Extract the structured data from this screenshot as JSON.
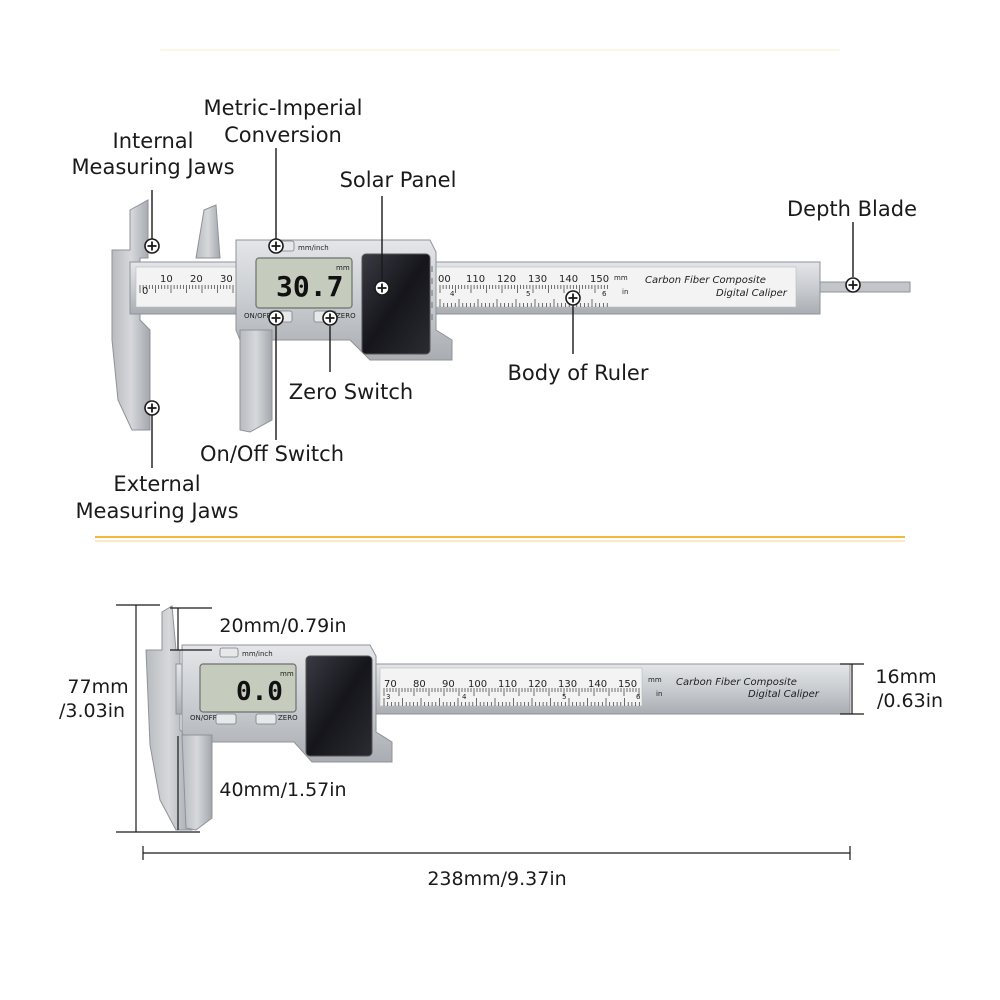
{
  "callouts": {
    "metric_imperial": [
      "Metric-Imperial",
      "Conversion"
    ],
    "internal_jaws": [
      "Internal",
      "Measuring Jaws"
    ],
    "solar_panel": "Solar Panel",
    "depth_blade": "Depth Blade",
    "body_of_ruler": "Body of Ruler",
    "zero_switch": "Zero Switch",
    "on_off_switch": "On/Off Switch",
    "external_jaws": [
      "External",
      "Measuring Jaws"
    ]
  },
  "device_top": {
    "display_value": "30.7",
    "display_unit": "mm",
    "mode_label": "mm/inch",
    "on_off_label": "ON/OFF",
    "zero_label": "ZERO",
    "brand_line1": "Carbon Fiber Composite",
    "brand_line2": "Digital Caliper",
    "unit_mm": "mm",
    "unit_in": "in",
    "left_scale_labels": [
      "0",
      "10",
      "20",
      "30"
    ],
    "right_scale_labels": [
      "00",
      "110",
      "120",
      "130",
      "140",
      "150"
    ],
    "inch_labels": [
      "4",
      "5",
      "6"
    ]
  },
  "device_bottom": {
    "display_value": "0.0",
    "display_unit": "mm",
    "mode_label": "mm/inch",
    "on_off_label": "ON/OFF",
    "zero_label": "ZERO",
    "brand_line1": "Carbon Fiber Composite",
    "brand_line2": "Digital Caliper",
    "unit_mm": "mm",
    "unit_in": "in",
    "scale_labels": [
      "70",
      "80",
      "90",
      "100",
      "110",
      "120",
      "130",
      "140",
      "150"
    ],
    "inch_labels": [
      "3",
      "4",
      "5",
      "6"
    ]
  },
  "dimensions": {
    "jaw_top": "20mm/0.79in",
    "jaw_bottom": "40mm/1.57in",
    "height": [
      "77mm",
      "/3.03in"
    ],
    "thickness": [
      "16mm",
      "/0.63in"
    ],
    "length": "238mm/9.37in"
  },
  "colors": {
    "separator": "#f3b93a",
    "body": "#c9ccd0",
    "body_dark": "#a6aaaf",
    "lcd": "#c5cbbd",
    "solar": "#1f1f26"
  }
}
